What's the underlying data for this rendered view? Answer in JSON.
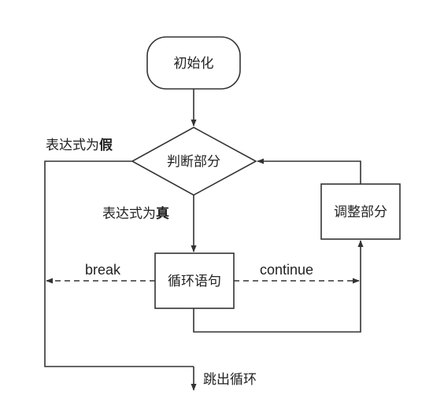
{
  "nodes": {
    "init": "初始化",
    "condition": "判断部分",
    "adjust": "调整部分",
    "body": "循环语句"
  },
  "labels": {
    "false_prefix": "表达式为",
    "false_word": "假",
    "true_prefix": "表达式为",
    "true_word": "真",
    "break": "break",
    "continue": "continue",
    "exit": "跳出循环"
  },
  "colors": {
    "stroke": "#333333",
    "text": "#222222",
    "background": "#ffffff"
  }
}
